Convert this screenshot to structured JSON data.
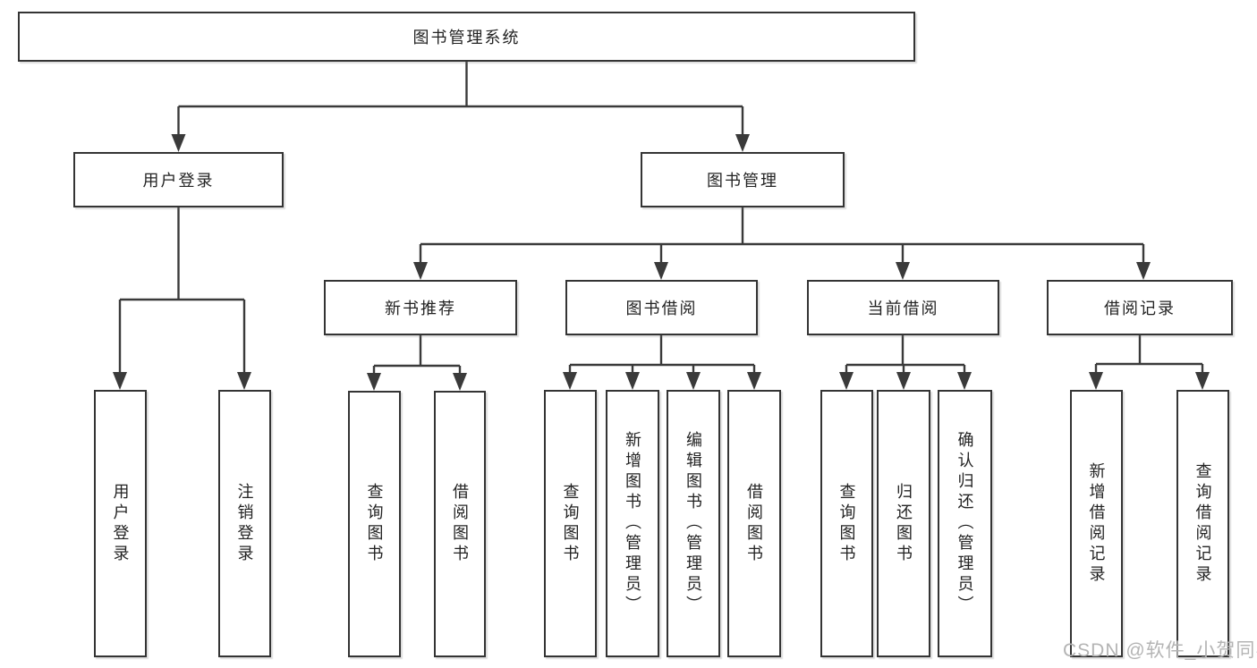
{
  "diagram": {
    "type": "hierarchy-tree",
    "colors": {
      "background": "#ffffff",
      "line": "#3a3a3a",
      "box_border": "#343434",
      "text": "#232323",
      "watermark": "#b4b4b4"
    },
    "tree": {
      "root": {
        "label": "图书管理系统"
      },
      "level2": [
        {
          "label": "用户登录"
        },
        {
          "label": "图书管理"
        }
      ],
      "level3": [
        {
          "label": "新书推荐"
        },
        {
          "label": "图书借阅"
        },
        {
          "label": "当前借阅"
        },
        {
          "label": "借阅记录"
        }
      ],
      "leaves": {
        "user_login": [
          {
            "label": "用户登录"
          },
          {
            "label": "注销登录"
          }
        ],
        "new_book_rec": [
          {
            "label": "查询图书"
          },
          {
            "label": "借阅图书"
          }
        ],
        "book_borrow": [
          {
            "label": "查询图书"
          },
          {
            "label": "新增图书（管理员）"
          },
          {
            "label": "编辑图书（管理员）"
          },
          {
            "label": "借阅图书"
          }
        ],
        "current_borrow": [
          {
            "label": "查询图书"
          },
          {
            "label": "归还图书"
          },
          {
            "label": "确认归还（管理员）"
          }
        ],
        "borrow_record": [
          {
            "label": "新增借阅记录"
          },
          {
            "label": "查询借阅记录"
          }
        ]
      }
    },
    "watermark": {
      "text": "CSDN @软件_小贺同学"
    }
  }
}
